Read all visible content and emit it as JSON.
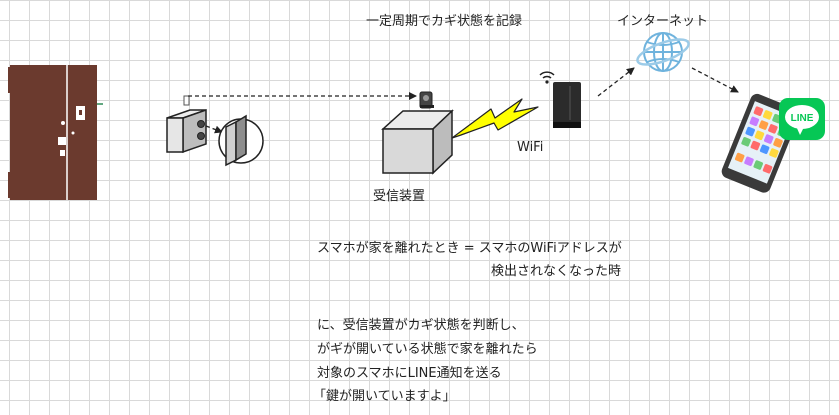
{
  "labels": {
    "periodic_record": "一定周期でカギ状態を記録",
    "internet": "インターネット",
    "wifi": "WiFi",
    "receiver": "受信装置"
  },
  "condition": {
    "line1": "スマホが家を離れたとき = スマホのWiFiアドレスが",
    "line2": "検出されなくなった時"
  },
  "notice": {
    "line1": "に、受信装置がカギ状態を判断し、",
    "line2": "がギが開いている状態で家を離れたら",
    "line3": "対象のスマホにLINE通知を送る",
    "line4": "「鍵が開いていますよ」"
  },
  "line_badge": "LINE",
  "colors": {
    "door": "#6b3a2e",
    "lightning": "#ffff00",
    "line_green": "#06c755",
    "globe": "#9ccbe8",
    "router": "#2b2b2b",
    "box_fill": "#d9d9d9"
  },
  "icons": [
    "door-icon",
    "lock-sensor-icon",
    "key-lock-icon",
    "camera-icon",
    "receiver-box-icon",
    "lightning-icon",
    "wifi-router-icon",
    "globe-icon",
    "smartphone-icon",
    "line-app-icon"
  ]
}
